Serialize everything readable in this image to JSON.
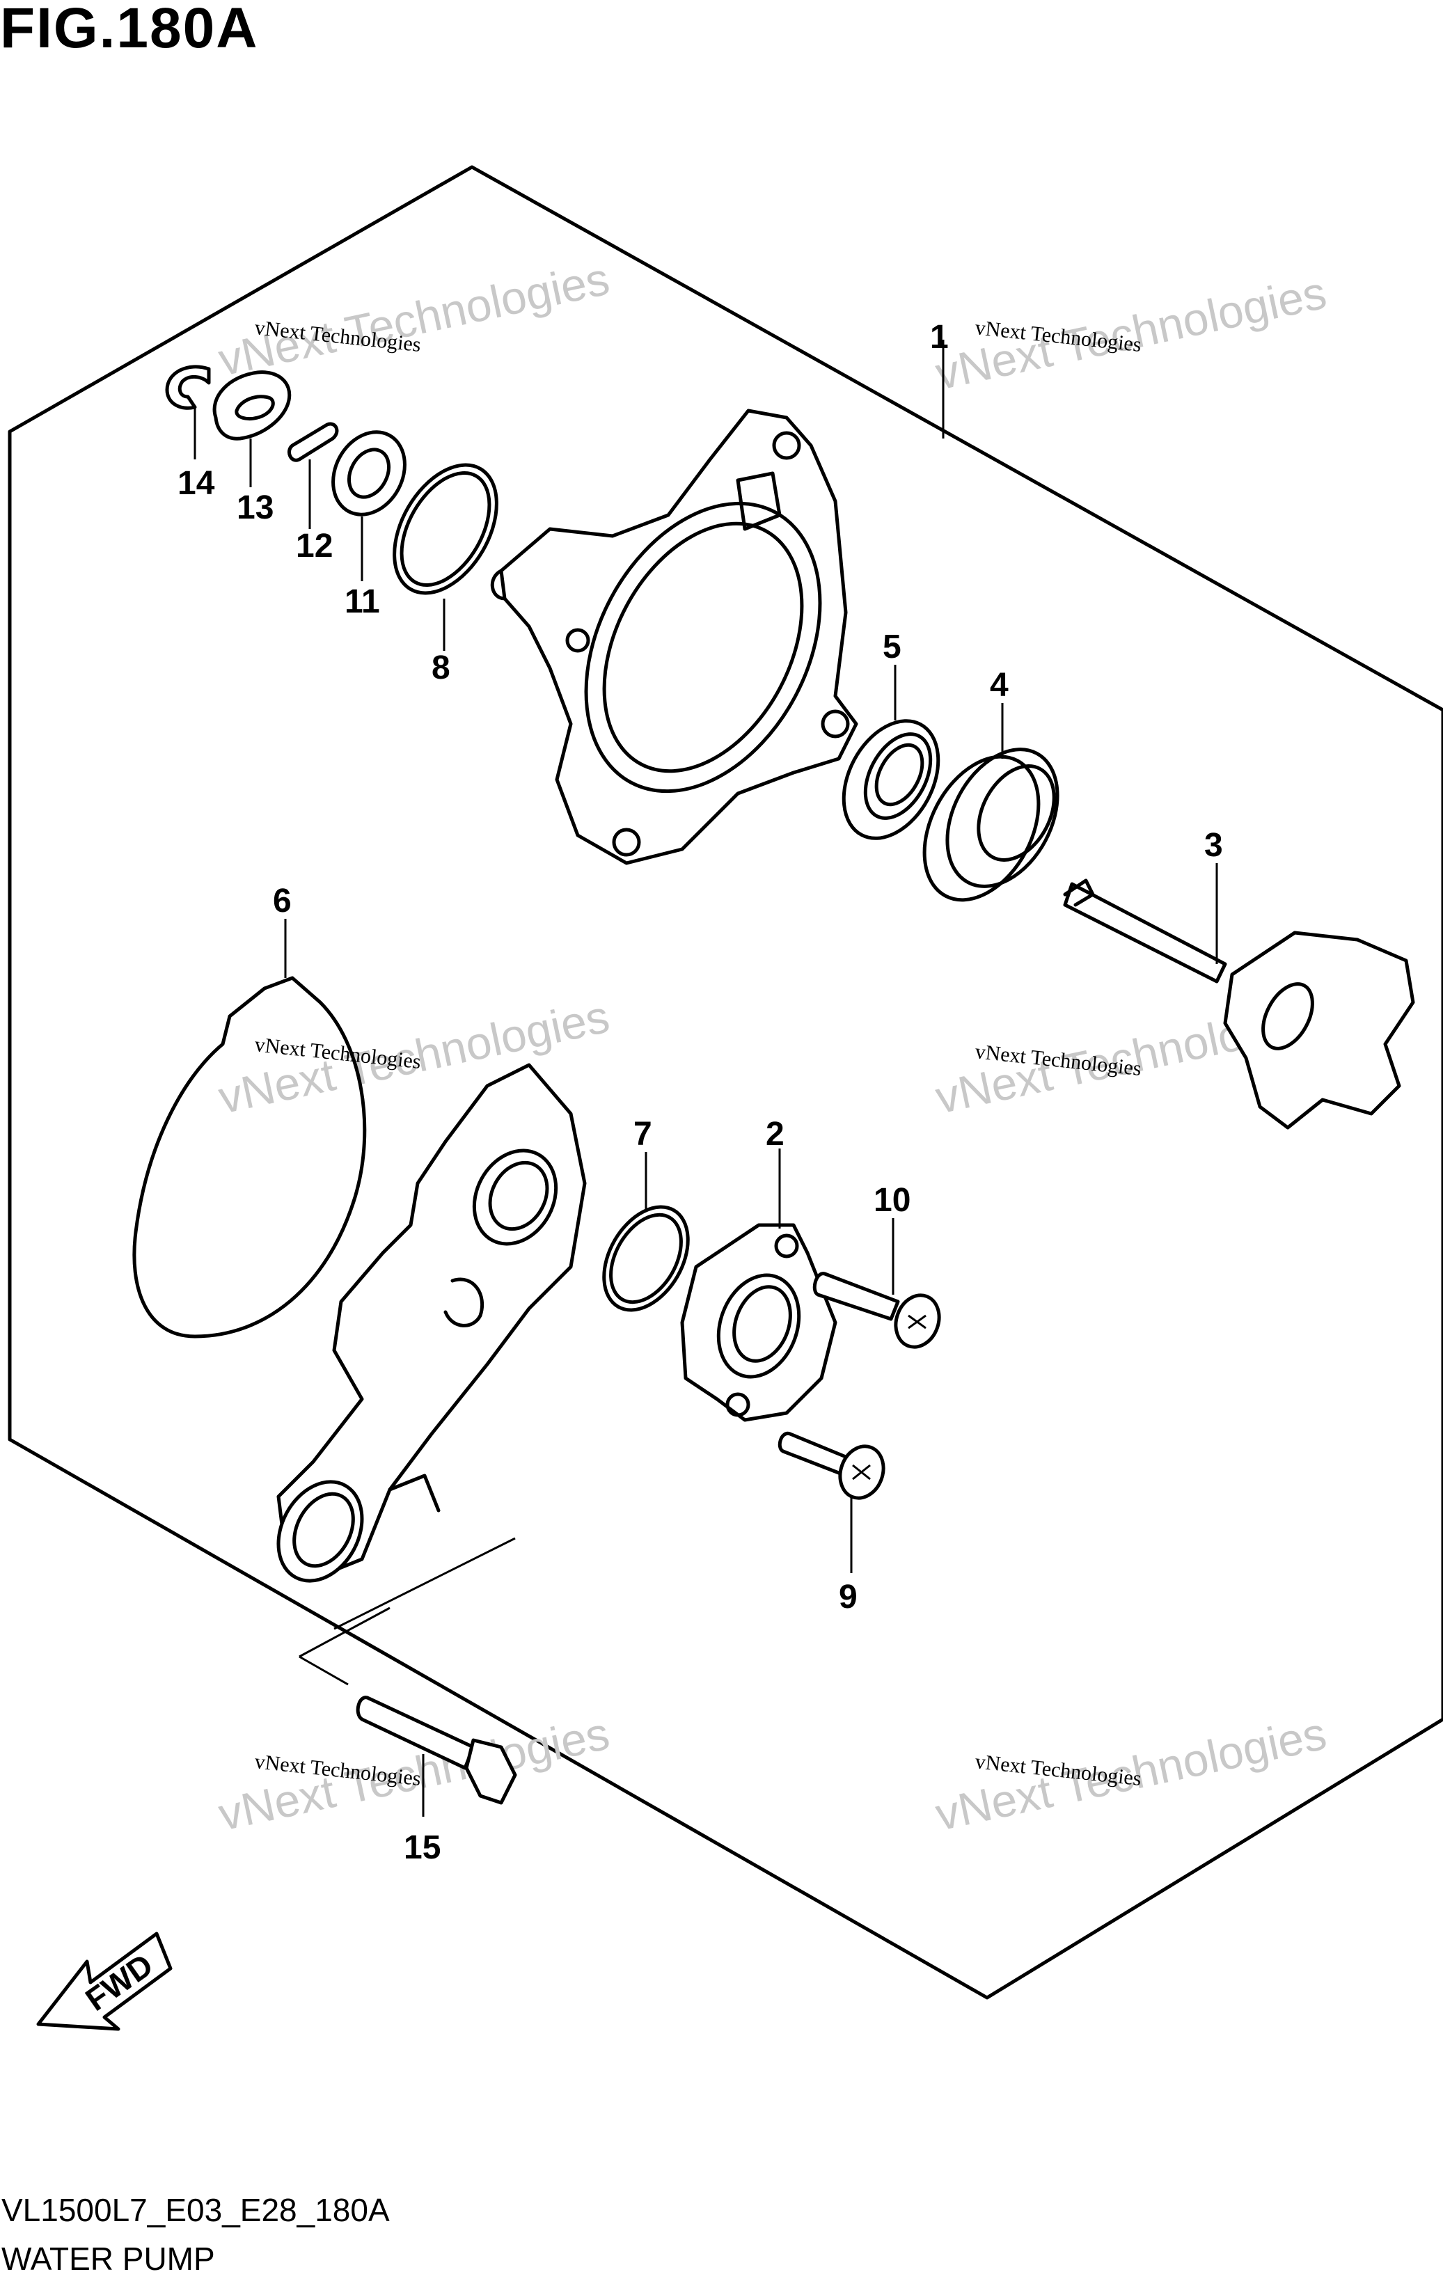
{
  "figure": {
    "title": "FIG.180A",
    "code": "VL1500L7_E03_E28_180A",
    "name": "WATER PUMP"
  },
  "callouts": [
    "1",
    "2",
    "3",
    "4",
    "5",
    "6",
    "7",
    "8",
    "9",
    "10",
    "11",
    "12",
    "13",
    "14",
    "15"
  ],
  "watermark": {
    "text": "vNext Technologies",
    "overlay": "vNext Technologies"
  },
  "fwd_label": "FWD"
}
